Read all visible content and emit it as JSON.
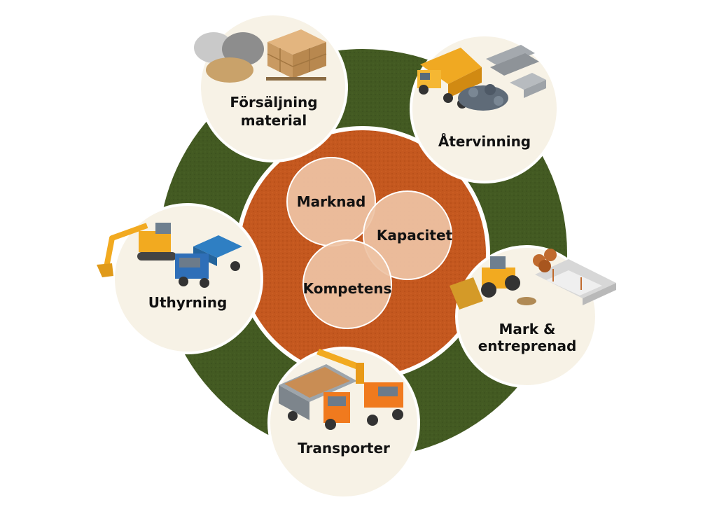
{
  "diagram": {
    "center": {
      "circles": [
        {
          "key": "marknad",
          "label": "Marknad"
        },
        {
          "key": "kapacitet",
          "label": "Kapacitet"
        },
        {
          "key": "kompetens",
          "label": "Kompetens"
        }
      ]
    },
    "services": [
      {
        "key": "forsaljning",
        "lines": [
          "Försäljning",
          "material"
        ],
        "icon": "materials-pallets-icon"
      },
      {
        "key": "atervinning",
        "lines": [
          "Återvinning"
        ],
        "icon": "dump-truck-recycling-icon"
      },
      {
        "key": "mark",
        "lines": [
          "Mark &",
          "entreprenad"
        ],
        "icon": "wheel-loader-foundation-icon"
      },
      {
        "key": "transporter",
        "lines": [
          "Transporter"
        ],
        "icon": "crane-truck-icon"
      },
      {
        "key": "uthyrning",
        "lines": [
          "Uthyrning"
        ],
        "icon": "excavator-truck-icon"
      }
    ],
    "colors": {
      "outer_ring": "#435a22",
      "inner_disk": "#c4581f",
      "service_circle": "#f7f2e6",
      "venn_fill": "#eec3a5",
      "text": "#111111"
    }
  }
}
